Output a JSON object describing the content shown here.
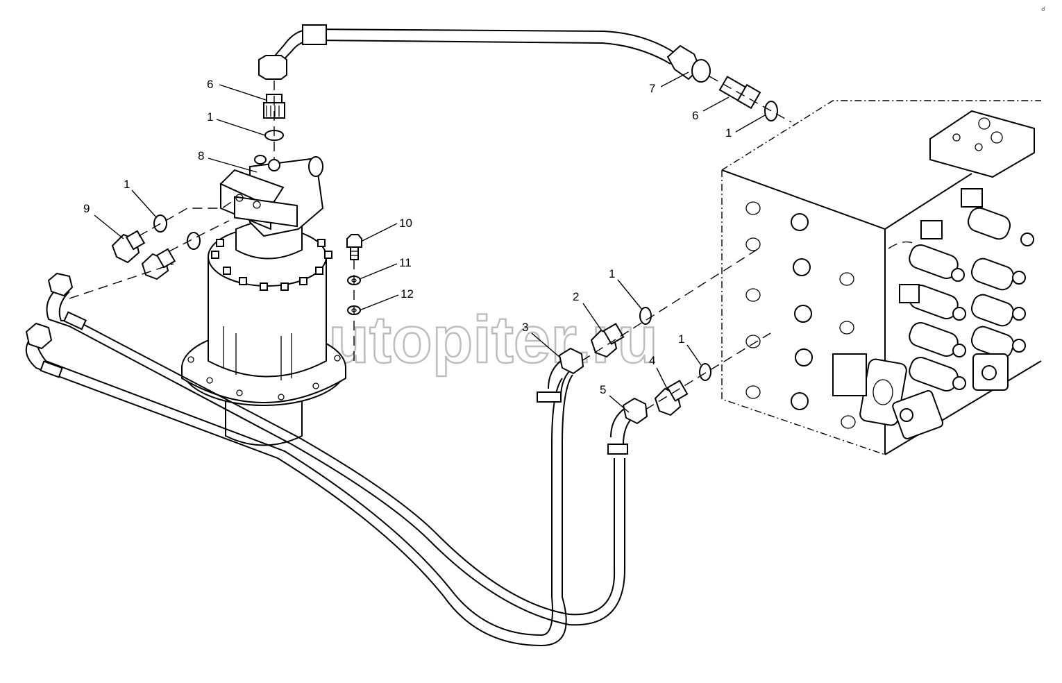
{
  "diagram": {
    "watermark": "autopiter.ru",
    "corner_mark": "☌",
    "callouts": [
      {
        "id": "c6a",
        "label": "6"
      },
      {
        "id": "c1a",
        "label": "1"
      },
      {
        "id": "c8",
        "label": "8"
      },
      {
        "id": "c1b",
        "label": "1"
      },
      {
        "id": "c9",
        "label": "9"
      },
      {
        "id": "c10",
        "label": "10"
      },
      {
        "id": "c11",
        "label": "11"
      },
      {
        "id": "c12",
        "label": "12"
      },
      {
        "id": "c7",
        "label": "7"
      },
      {
        "id": "c6b",
        "label": "6"
      },
      {
        "id": "c1c",
        "label": "1"
      },
      {
        "id": "c1d",
        "label": "1"
      },
      {
        "id": "c2",
        "label": "2"
      },
      {
        "id": "c3",
        "label": "3"
      },
      {
        "id": "c1e",
        "label": "1"
      },
      {
        "id": "c4",
        "label": "4"
      },
      {
        "id": "c5",
        "label": "5"
      }
    ]
  }
}
